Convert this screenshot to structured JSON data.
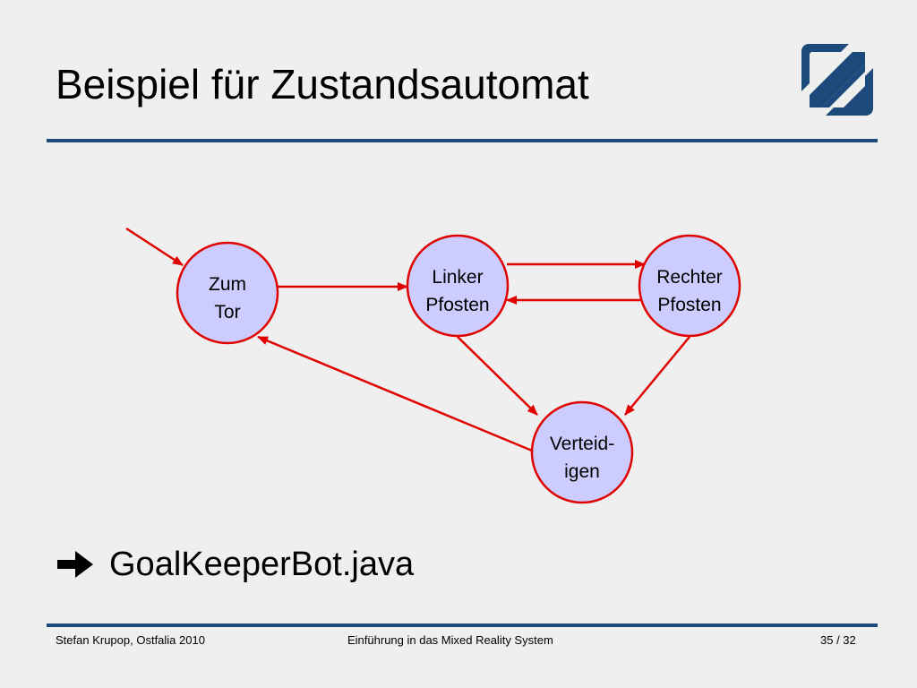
{
  "slide": {
    "title": "Beispiel für Zustandsautomat",
    "logo_icon": "ostfalia-logo-icon",
    "accent_color": "#1c4a7a",
    "diagram": {
      "node_fill": "#ccccff",
      "edge_color": "#e00000",
      "nodes": [
        {
          "id": "zum_tor",
          "line1": "Zum",
          "line2": "Tor"
        },
        {
          "id": "linker",
          "line1": "Linker",
          "line2": "Pfosten"
        },
        {
          "id": "rechter",
          "line1": "Rechter",
          "line2": "Pfosten"
        },
        {
          "id": "verteidigen",
          "line1": "Verteid-",
          "line2": "igen"
        }
      ]
    },
    "bullet": {
      "icon": "arrow-right-icon",
      "text": "GoalKeeperBot.java"
    }
  },
  "footer": {
    "author": "Stefan Krupop, Ostfalia 2010",
    "course": "Einführung in das Mixed Reality System",
    "page": "35 / 32"
  }
}
